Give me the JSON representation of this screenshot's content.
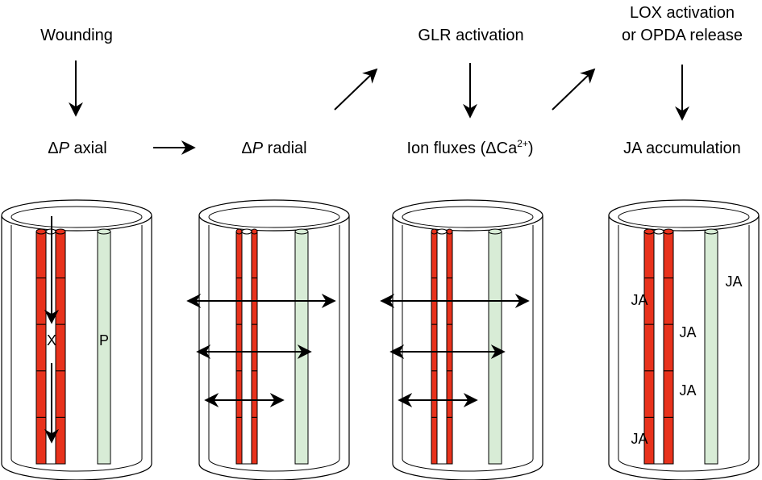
{
  "labels": {
    "wounding": "Wounding",
    "dp_symbol": "Δ",
    "p_italic": "P",
    "axial": " axial",
    "radial": " radial",
    "glr": "GLR activation",
    "ion_fluxes": "Ion fluxes (ΔCa",
    "ion_sup": "2+",
    "ion_close": ")",
    "lox_line1": "LOX activation",
    "lox_line2": "or OPDA release",
    "ja_accumulation": "JA accumulation"
  },
  "cylinder_labels": {
    "xylem": "X",
    "phloem": "P",
    "ja": "JA"
  },
  "colors": {
    "xylem_red": "#e8321c",
    "phloem_green": "#d8ecd6",
    "outline": "#000000"
  }
}
